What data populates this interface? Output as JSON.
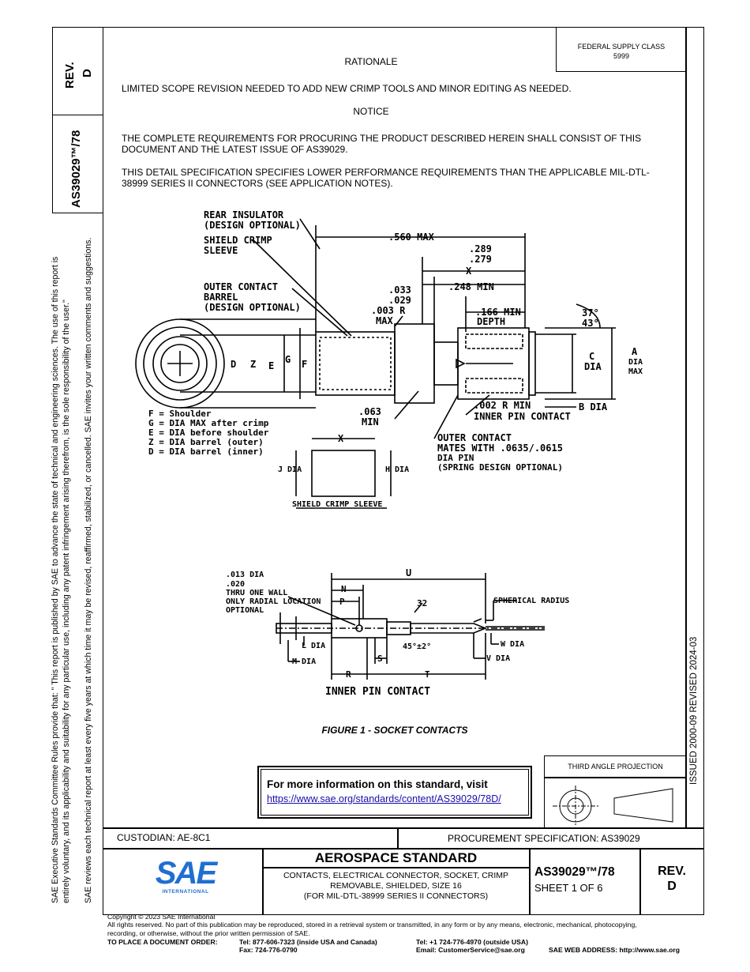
{
  "side_box": {
    "rev_label": "REV.",
    "rev_value": "D",
    "doc_number": "AS39029™/78"
  },
  "side_notes": {
    "line1": "SAE Executive Standards Committee Rules provide that: \"  This report is published by SAE to advance the state of technical and engineering sciences. The use of this report is",
    "line2": "entirely voluntary, and its applicability and suitability for any particular use, including any patent infringement arising therefrom, is the sole responsibility of the user.\"",
    "line3": "SAE reviews each technical report at least every five years at which time it may be revised, reaffirmed, stabilized, or cancelled. SAE invites your written comments and suggestions."
  },
  "issue_strip": "ISSUED 2000-09    REVISED 2024-03",
  "supply_class": {
    "label": "FEDERAL SUPPLY CLASS",
    "value": "5999"
  },
  "rationale": {
    "heading": "RATIONALE",
    "text": "LIMITED SCOPE REVISION NEEDED TO ADD NEW CRIMP TOOLS AND MINOR EDITING AS NEEDED."
  },
  "notice": {
    "heading": "NOTICE",
    "para1": "THE COMPLETE REQUIREMENTS FOR PROCURING THE PRODUCT DESCRIBED HEREIN SHALL CONSIST OF THIS DOCUMENT AND THE LATEST ISSUE OF AS39029.",
    "para2": "THIS DETAIL SPECIFICATION SPECIFIES LOWER PERFORMANCE REQUIREMENTS THAN THE APPLICABLE MIL-DTL-38999 SERIES II CONNECTORS (SEE APPLICATION NOTES)."
  },
  "drawing1": {
    "rear_insulator": [
      "REAR INSULATOR",
      "(DESIGN OPTIONAL)"
    ],
    "shield_crimp": [
      "SHIELD CRIMP",
      "SLEEVE"
    ],
    "outer_contact": [
      "OUTER CONTACT",
      "BARREL",
      "(DESIGN OPTIONAL)"
    ],
    "dim_560": ".560 MAX",
    "dim_289": ".289",
    "dim_279": ".279",
    "dim_x": "X",
    "dim_248": ".248 MIN",
    "dim_033": ".033",
    "dim_029": ".029",
    "dim_003": [
      ".003 R",
      "MAX"
    ],
    "dim_166": [
      ".166 MIN",
      "DEPTH"
    ],
    "angle": [
      "37°",
      "43°"
    ],
    "dim_063": [
      ".063",
      "MIN"
    ],
    "dim_002": ".002 R MIN",
    "inner_pin": "INNER PIN CONTACT",
    "b_dia": "B DIA",
    "c_dia": [
      "C",
      "DIA"
    ],
    "a_dia": [
      "A",
      "DIA",
      "MAX"
    ],
    "letters": [
      "D",
      "Z",
      "E",
      "G",
      "F"
    ],
    "outer_mates": [
      "OUTER CONTACT",
      "MATES WITH .0635/.0615",
      "DIA PIN",
      "(SPRING DESIGN OPTIONAL)"
    ],
    "legend": [
      "F = Shoulder",
      "G = DIA MAX after crimp",
      "E = DIA before shoulder",
      "Z = DIA barrel (outer)",
      "D = DIA barrel (inner)"
    ],
    "sleeve_x": "X",
    "sleeve_j": "J DIA",
    "sleeve_h": "H DIA",
    "sleeve_title": "SHIELD CRIMP SLEEVE"
  },
  "drawing2": {
    "hole_note": [
      ".013  DIA",
      ".020",
      "THRU ONE WALL",
      "ONLY  RADIAL LOCATION",
      "OPTIONAL"
    ],
    "u": "U",
    "n": "N",
    "p": "P",
    "finish": "32",
    "spherical": "SPHERICAL RADIUS",
    "l_dia": "L DIA",
    "m_dia": "M DIA",
    "s": "S",
    "chamfer": "45°±2°",
    "w_dia": "W DIA",
    "v_dia": "V DIA",
    "r": "R",
    "t": "T",
    "title": "INNER  PIN CONTACT"
  },
  "figure_caption": "FIGURE 1 - SOCKET CONTACTS",
  "info_box": {
    "text": "For more information on this standard, visit",
    "link": "https://www.sae.org/standards/content/AS39029/78D/"
  },
  "projection_label": "THIRD ANGLE PROJECTION",
  "title_block": {
    "custodian": "CUSTODIAN: AE-8C1",
    "procurement": "PROCUREMENT SPECIFICATION: AS39029",
    "logo_text": "SAE",
    "logo_sub": "INTERNATIONAL",
    "std_title": "AEROSPACE STANDARD",
    "desc1": "CONTACTS, ELECTRICAL CONNECTOR, SOCKET, CRIMP",
    "desc2": "REMOVABLE, SHIELDED, SIZE 16",
    "desc3": "(FOR MIL-DTL-38999 SERIES II CONNECTORS)",
    "doc_number": "AS39029™/78",
    "sheet": "SHEET 1 OF 6",
    "rev_label": "REV.",
    "rev_value": "D"
  },
  "footer": {
    "copyright": "Copyright © 2023 SAE International",
    "rights1": "All rights reserved. No part of this publication may be reproduced, stored in a retrieval system or transmitted, in any form or by any means, electronic, mechanical, photocopying,",
    "rights2": "recording, or otherwise, without the prior written permission of SAE.",
    "order_label": "TO PLACE A DOCUMENT ORDER:",
    "tel_usa": "Tel:  877-606-7323 (inside USA and Canada)",
    "fax": "Fax: 724-776-0790",
    "tel_out": "Tel:   +1 724-776-4970 (outside USA)",
    "email": "Email: CustomerService@sae.org",
    "web": "SAE WEB ADDRESS: http://www.sae.org"
  }
}
